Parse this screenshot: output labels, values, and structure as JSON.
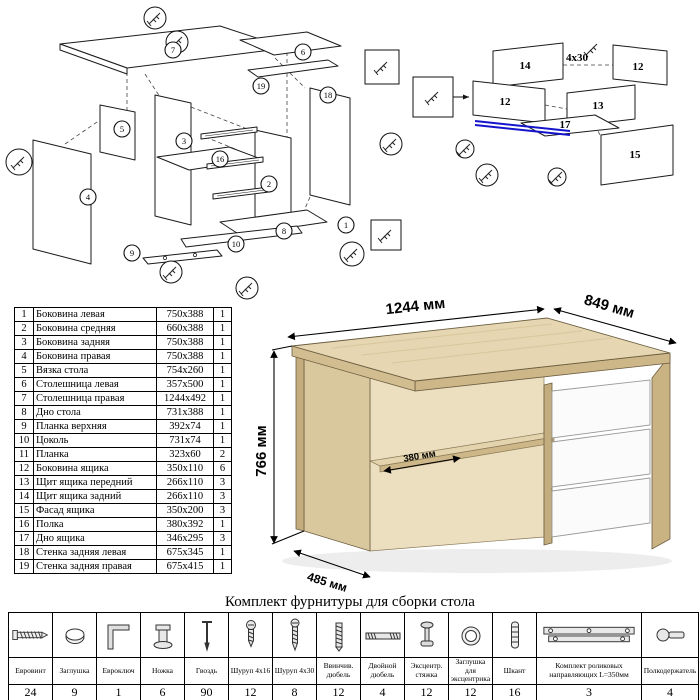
{
  "parts_table": {
    "rows": [
      {
        "num": "1",
        "name": "Боковина левая",
        "size": "750x388",
        "qty": "1"
      },
      {
        "num": "2",
        "name": "Боковина средняя",
        "size": "660x388",
        "qty": "1"
      },
      {
        "num": "3",
        "name": "Боковина задняя",
        "size": "750x388",
        "qty": "1"
      },
      {
        "num": "4",
        "name": "Боковина правая",
        "size": "750x388",
        "qty": "1"
      },
      {
        "num": "5",
        "name": "Вязка стола",
        "size": "754x260",
        "qty": "1"
      },
      {
        "num": "6",
        "name": "Столешница левая",
        "size": "357x500",
        "qty": "1"
      },
      {
        "num": "7",
        "name": "Столешница правая",
        "size": "1244x492",
        "qty": "1"
      },
      {
        "num": "8",
        "name": "Дно стола",
        "size": "731x388",
        "qty": "1"
      },
      {
        "num": "9",
        "name": "Планка верхняя",
        "size": "392x74",
        "qty": "1"
      },
      {
        "num": "10",
        "name": "Цоколь",
        "size": "731x74",
        "qty": "1"
      },
      {
        "num": "11",
        "name": "Планка",
        "size": "323x60",
        "qty": "2"
      },
      {
        "num": "12",
        "name": "Боковина ящика",
        "size": "350x110",
        "qty": "6"
      },
      {
        "num": "13",
        "name": "Щит ящика передний",
        "size": "266x110",
        "qty": "3"
      },
      {
        "num": "14",
        "name": "Щит ящика задний",
        "size": "266x110",
        "qty": "3"
      },
      {
        "num": "15",
        "name": "Фасад ящика",
        "size": "350x200",
        "qty": "3"
      },
      {
        "num": "16",
        "name": "Полка",
        "size": "380x392",
        "qty": "1"
      },
      {
        "num": "17",
        "name": "Дно ящика",
        "size": "346x295",
        "qty": "3"
      },
      {
        "num": "18",
        "name": "Стенка задняя левая",
        "size": "675x345",
        "qty": "1"
      },
      {
        "num": "19",
        "name": "Стенка задняя правая",
        "size": "675x415",
        "qty": "1"
      }
    ]
  },
  "desk": {
    "dim_width": "1244 мм",
    "dim_depth": "849 мм",
    "dim_height": "766 мм",
    "dim_shelf": "380 мм",
    "dim_left_depth": "485 мм"
  },
  "diagrams": {
    "left_callouts": [
      "7",
      "6",
      "19",
      "18",
      "5",
      "3",
      "16",
      "2",
      "1",
      "4",
      "10",
      "8",
      "9"
    ],
    "right_labels": [
      "14",
      "12",
      "12",
      "13",
      "17",
      "15",
      "4x30"
    ]
  },
  "hardware": {
    "title": "Комплект фурнитуры для сборки стола",
    "items": [
      {
        "name": "Евровинт",
        "qty": "24",
        "icon": "confirmat-screw-icon"
      },
      {
        "name": "Заглушка",
        "qty": "9",
        "icon": "cap-icon"
      },
      {
        "name": "Евроключ",
        "qty": "1",
        "icon": "hex-key-icon"
      },
      {
        "name": "Ножка",
        "qty": "6",
        "icon": "foot-icon"
      },
      {
        "name": "Гвоздь",
        "qty": "90",
        "icon": "nail-icon"
      },
      {
        "name": "Шуруп 4x16",
        "qty": "12",
        "icon": "screw-icon"
      },
      {
        "name": "Шуруп 4x30",
        "qty": "8",
        "icon": "screw-long-icon"
      },
      {
        "name": "Ввинчив. дюбель",
        "qty": "12",
        "icon": "dowel-screw-icon"
      },
      {
        "name": "Двойной дюбель",
        "qty": "4",
        "icon": "double-dowel-icon"
      },
      {
        "name": "Эксцентр. стяжка",
        "qty": "12",
        "icon": "cam-bolt-icon"
      },
      {
        "name": "Заглушка для эксцентрика",
        "qty": "12",
        "icon": "cam-cap-icon"
      },
      {
        "name": "Шкант",
        "qty": "16",
        "icon": "wood-dowel-icon"
      },
      {
        "name": "Комплект роликовых направляющих L=350мм",
        "qty": "3",
        "icon": "drawer-slide-icon"
      },
      {
        "name": "Полкодержатель",
        "qty": "4",
        "icon": "shelf-pin-icon"
      }
    ]
  }
}
